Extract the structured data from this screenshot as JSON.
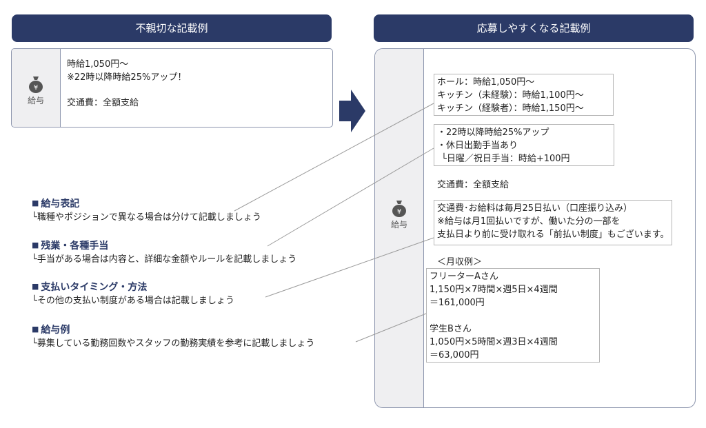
{
  "headers": {
    "bad": "不親切な記載例",
    "good": "応募しやすくなる記載例"
  },
  "bad_card": {
    "icon_label": "給与",
    "lines": [
      "時給1,050円～",
      "※22時以降時給25%アップ！",
      "交通費：全額支給"
    ]
  },
  "good_card": {
    "icon_label": "給与",
    "box1": [
      "ホール：時給1,050円～",
      "キッチン（未経験）：時給1,100円～",
      "キッチン（経験者）：時給1,150円～"
    ],
    "box2": [
      "・22時以降時給25%アップ",
      "・休日出勤手当あり",
      "└日曜／祝日手当：時給+100円"
    ],
    "fare": "交通費：全額支給",
    "box3": [
      "交通費･お給料は毎月25日払い（口座振り込み）",
      "※給与は月1回払いですが、働いた分の一部を",
      "支払日より前に受け取れる「前払い制度」もございます。"
    ],
    "example_title": "＜月収例＞",
    "box4": [
      "フリーターAさん",
      "1,150円×7時間×週5日×4週間",
      "＝161,000円",
      "学生Bさん",
      "1,050円×5時間×週3日×4週間",
      "＝63,000円"
    ]
  },
  "tips": [
    {
      "title": "給与表記",
      "text": "└職種やポジションで異なる場合は分けて記載しましょう"
    },
    {
      "title": "残業・各種手当",
      "text": "└手当がある場合は内容と、詳細な金額やルールを記載しましょう"
    },
    {
      "title": "支払いタイミング・方法",
      "text": "└その他の支払い制度がある場合は記載しましょう"
    },
    {
      "title": "給与例",
      "text": "└募集している勤務回数やスタッフの勤務実績を参考に記載しましょう"
    }
  ],
  "colors": {
    "header_bg": "#2b3a67",
    "accent": "#2b3a67",
    "sidebar_bg": "#efeff1"
  },
  "icons": {
    "salary": "money-bag-icon",
    "transition": "right-arrow-icon"
  }
}
